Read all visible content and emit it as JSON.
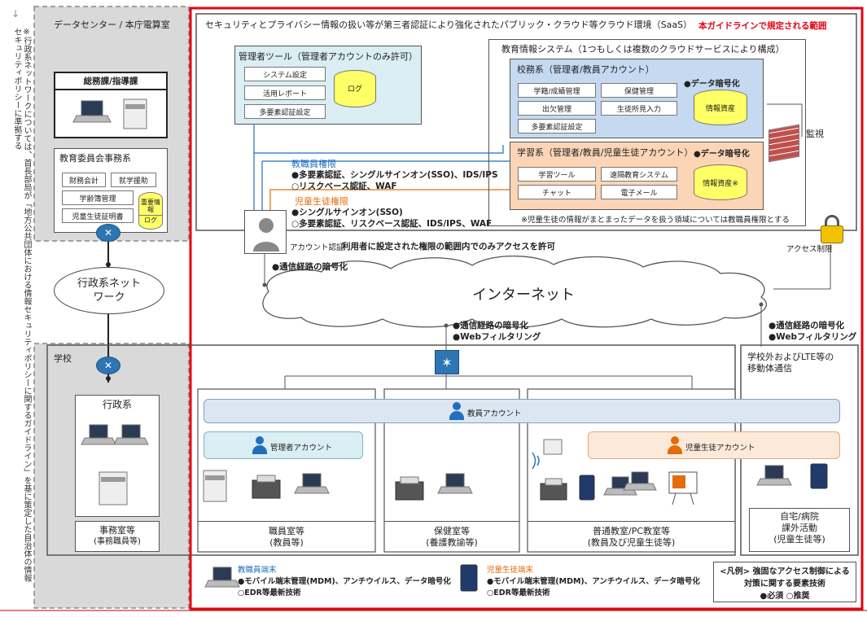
{
  "note_vertical": "※行政系ネットワークについては、首長部局が「地方公共団体における情報セキュリティポリシーに関するガイドライン」を基に策定した自治体の情報セキュリティポリシーに準拠する",
  "datacenter": {
    "title": "データセンター / 本庁電算室",
    "soumu": "総務課/指導課",
    "kyoiku_title": "教育委員会事務系",
    "cells": [
      "財務会計",
      "就学援助",
      "学齢簿管理",
      "児童生徒証明書"
    ],
    "db_label": "重要情報",
    "db_sub": "ログ"
  },
  "gyoseinet": "行政系ネットワーク",
  "cloud": {
    "title": "セキュリティとプライバシー情報の扱い等が第三者認証により強化されたパブリック・クラウド等クラウド環境（SaaS）",
    "scope_label": "本ガイドラインで規定される範囲",
    "admin": {
      "title": "管理者ツール（管理者アカウントのみ許可）",
      "items": [
        "システム設定",
        "活用レポート",
        "多要素認証設定"
      ],
      "db": "ログ"
    },
    "edu_system": "教育情報システム（1つもしくは複数のクラウドサービスにより構成）",
    "koumu": {
      "title": "校務系（管理者/教員アカウント）",
      "items": [
        "学籍/成績管理",
        "保健管理",
        "出欠管理",
        "生徒所見入力",
        "多要素認証設定"
      ],
      "encrypt": "●データ暗号化",
      "db": "情報資産"
    },
    "gakushu": {
      "title": "学習系（管理者/教員/児童生徒アカウント）",
      "items": [
        "学習ツール",
        "遠隔教育システム",
        "チャット",
        "電子メール"
      ],
      "encrypt": "●データ暗号化",
      "db": "情報資産※"
    },
    "gakushu_note": "※児童生徒の情報がまとまったデータを扱う領域については教職員権限とする",
    "teacher_perm": {
      "title": "教職員権限",
      "line1": "●多要素認証、シングルサインオン(SSO)、IDS/IPS",
      "line2": "○リスクベース認証、WAF"
    },
    "student_perm": {
      "title": "児童生徒権限",
      "line1": "●シングルサインオン(SSO)",
      "line2": "○多要素認証、リスクベース認証、IDS/IPS、WAF"
    },
    "account_auth": "アカウント認証",
    "access_msg": "利用者に設定された権限の範囲内でのみアクセスを許可",
    "monitor": "監視",
    "access_control": "アクセス制限"
  },
  "enc_route_1": "●通信経路の暗号化",
  "internet": "インターネット",
  "enc_route_2": "●通信経路の暗号化",
  "web_filter_2": "●Webフィルタリング",
  "enc_route_3": "●通信経路の暗号化",
  "web_filter_3": "●Webフィルタリング",
  "school": {
    "title": "学校",
    "gyosei": "行政系",
    "jimu_l1": "事務室等",
    "jimu_l2": "(事務職員等)",
    "teacher_account": "教員アカウント",
    "admin_account": "管理者アカウント",
    "student_account": "児童生徒アカウント",
    "shokuin_l1": "職員室等",
    "shokuin_l2": "(教員等)",
    "hoken_l1": "保健室等",
    "hoken_l2": "(養護教諭等)",
    "futsu_l1": "普通教室/PC教室等",
    "futsu_l2": "(教員及び児童生徒等)"
  },
  "outside": {
    "title_l1": "学校外およびLTE等の",
    "title_l2": "移動体通信",
    "home_l1": "自宅/病院",
    "home_l2": "課外活動",
    "home_l3": "(児童生徒等)"
  },
  "legend": {
    "teacher_device": "教職員端末",
    "teacher_l1": "●モバイル端末管理(MDM)、アンチウイルス、データ暗号化",
    "teacher_l2": "○EDR等最新技術",
    "student_device": "児童生徒端末",
    "student_l1": "●モバイル端末管理(MDM)、アンチウイルス、データ暗号化",
    "student_l2": "○EDR等最新技術",
    "hanrei_l1": "<凡例> 強固なアクセス制御による",
    "hanrei_l2": "対策に関する要素技術",
    "hanrei_l3": "●必須 ○推奨"
  },
  "colors": {
    "scope_red": "#e60012",
    "admin_bg": "#daeef3",
    "koumu_bg": "#c5d9f1",
    "gakushu_bg": "#fbd5b5",
    "teacher_blue": "#1f6fbf",
    "student_orange": "#e46c0a",
    "account_bar": "#dce6f2",
    "admin_bar": "#daeef3",
    "student_bar": "#fde9d9"
  }
}
